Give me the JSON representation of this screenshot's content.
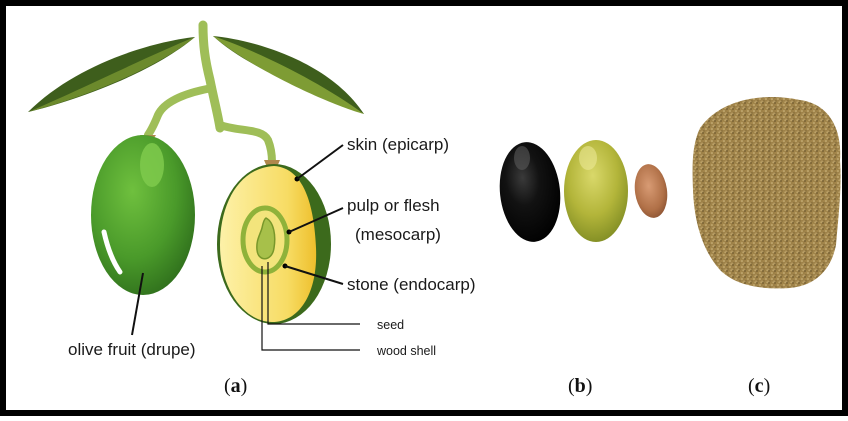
{
  "panel_a": {
    "labels": {
      "skin": "skin (epicarp)",
      "pulp_line1": "pulp or flesh",
      "pulp_line2": "(mesocarp)",
      "stone": "stone (endocarp)",
      "seed": "seed",
      "wood_shell": "wood shell",
      "fruit": "olive fruit (drupe)"
    },
    "caption_open": "(",
    "caption_letter": "a",
    "caption_close": ")"
  },
  "panel_b": {
    "caption_open": "(",
    "caption_letter": "b",
    "caption_close": ")"
  },
  "panel_c": {
    "caption_open": "(",
    "caption_letter": "c",
    "caption_close": ")"
  },
  "colors": {
    "border": "#000000",
    "leaf_dark": "#3e5e1c",
    "leaf_light": "#93ab3f",
    "stem": "#9fbe58",
    "fruit_green": "#4e9a2c",
    "flesh": "#f6dc6a",
    "black_olive": "#101010",
    "green_olive": "#b5b83a",
    "pit": "#b77a55",
    "powder": "#a18549"
  }
}
